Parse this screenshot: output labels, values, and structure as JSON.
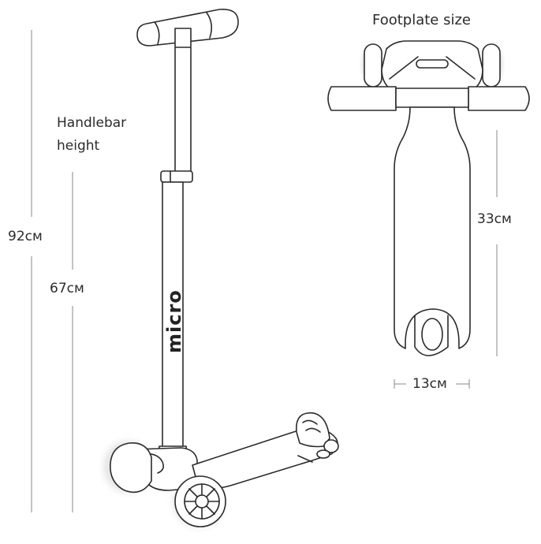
{
  "labels": {
    "footplate_size": "Footplate size",
    "handlebar_height_line1": "Handlebar",
    "handlebar_height_line2": "height",
    "total_height": "92cм",
    "handlebar_height_value": "67cм",
    "footplate_length": "33cм",
    "footplate_width": "13cм"
  },
  "brand": "micro",
  "colors": {
    "outline": "#2b2b2b",
    "dimension_line": "#8a8a8a",
    "wheel_glow": "#c9c9c9"
  }
}
